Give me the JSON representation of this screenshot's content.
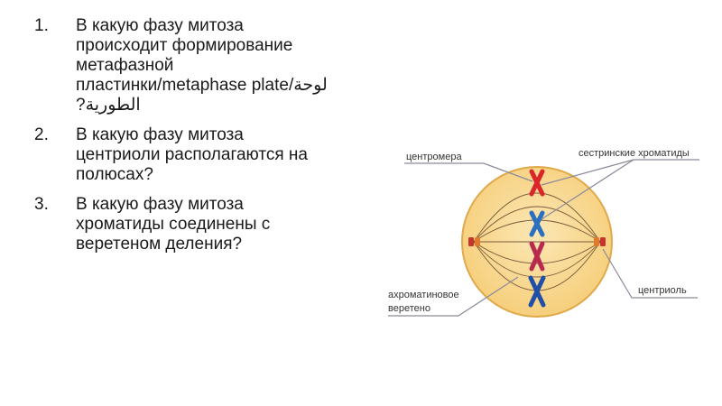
{
  "questions": [
    {
      "number": "1.",
      "lines": [
        "В какую фазу митоза",
        "происходит формирование",
        "метафазной",
        "пластинки/metaphase plate/لوحة",
        "الطورية?"
      ]
    },
    {
      "number": "2.",
      "lines": [
        "В какую фазу митоза",
        "центриоли располагаются на",
        "полюсах?"
      ]
    },
    {
      "number": "3.",
      "lines": [
        "В какую фазу митоза",
        "хроматиды соединены с",
        "веретеном деления?"
      ]
    }
  ],
  "diagram": {
    "labels": {
      "centromere": "центромера",
      "sister_chromatids": "сестринские хроматиды",
      "spindle_line1": "ахроматиновое",
      "spindle_line2": "веретено",
      "centriole": "центриоль"
    },
    "colors": {
      "cell_fill": "#f6cf7c",
      "cell_stroke": "#e0a94a",
      "spindle": "#7a5a3a",
      "chromosome_red": "#d9262b",
      "chromosome_blue": "#2a6fc0",
      "chromosome_crimson": "#b82a4e",
      "chromosome_navy": "#1f4fa6",
      "pointer_line": "#8a8a9a"
    }
  }
}
